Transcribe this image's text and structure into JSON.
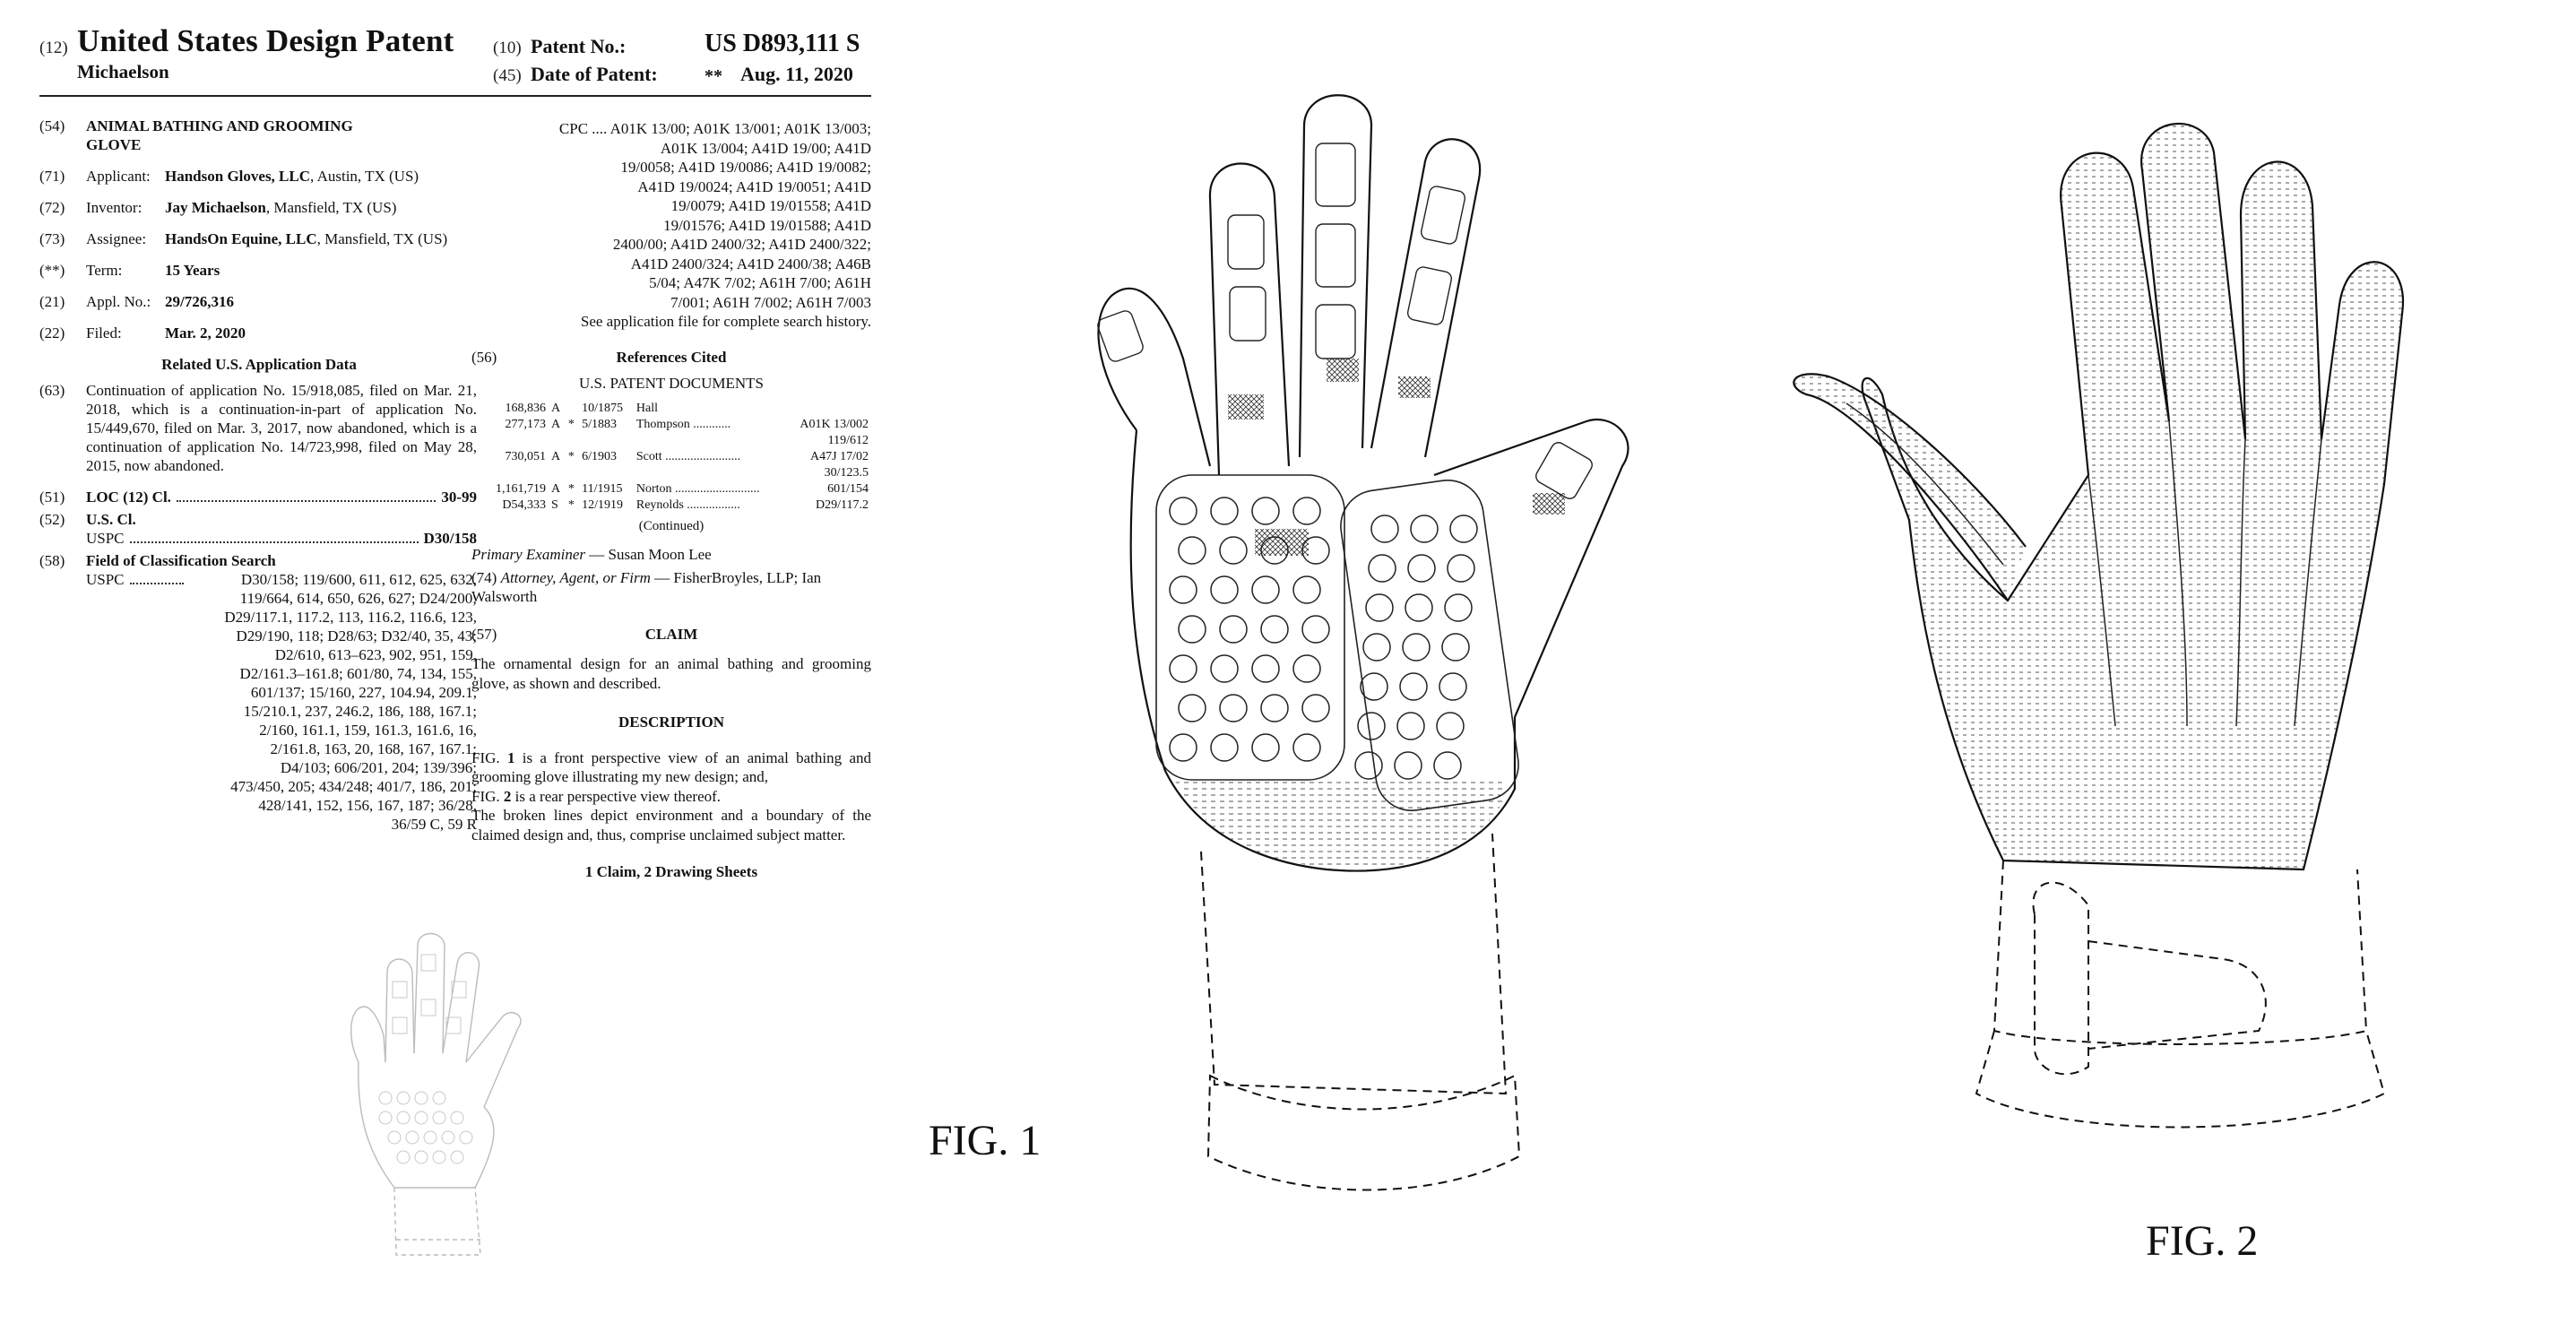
{
  "header": {
    "code12": "(12)",
    "title": "United States Design Patent",
    "inventor_short": "Michaelson",
    "code10": "(10)",
    "patent_no_label": "Patent No.:",
    "patent_no": "US D893,111 S",
    "code45": "(45)",
    "date_label": "Date of Patent:",
    "date_mark": "**",
    "date": "Aug. 11, 2020"
  },
  "left": {
    "f54": {
      "code": "(54)",
      "text": "ANIMAL BATHING AND GROOMING GLOVE"
    },
    "f71": {
      "code": "(71)",
      "label": "Applicant:",
      "name": "Handson Gloves, LLC",
      "rest": ", Austin, TX (US)"
    },
    "f72": {
      "code": "(72)",
      "label": "Inventor:",
      "name": "Jay Michaelson",
      "rest": ", Mansfield, TX (US)"
    },
    "f73": {
      "code": "(73)",
      "label": "Assignee:",
      "name": "HandsOn Equine, LLC",
      "rest": ", Mansfield, TX (US)"
    },
    "fterm": {
      "code": "(**)",
      "label": "Term:",
      "value": "15 Years"
    },
    "f21": {
      "code": "(21)",
      "label": "Appl. No.:",
      "value": "29/726,316"
    },
    "f22": {
      "code": "(22)",
      "label": "Filed:",
      "value": "Mar. 2, 2020"
    },
    "related_head": "Related U.S. Application Data",
    "f63": {
      "code": "(63)",
      "text": "Continuation of application No. 15/918,085, filed on Mar. 21, 2018, which is a continuation-in-part of application No. 15/449,670, filed on Mar. 3, 2017, now abandoned, which is a continuation of application No. 14/723,998, filed on May 28, 2015, now abandoned."
    },
    "f51": {
      "code": "(51)",
      "label": "LOC (12) Cl.",
      "value": "30-99"
    },
    "f52": {
      "code": "(52)",
      "label": "U.S. Cl.",
      "sub": "USPC",
      "value": "D30/158"
    },
    "f58": {
      "code": "(58)",
      "label": "Field of Classification Search",
      "sub": "USPC",
      "lead": "D30/158; 119/600, 611, 612, 625, 632,",
      "lines": [
        "119/664, 614, 650, 626, 627; D24/200;",
        "D29/117.1, 117.2, 113, 116.2, 116.6, 123,",
        "D29/190, 118; D28/63; D32/40, 35, 43;",
        "D2/610, 613–623, 902, 951, 159,",
        "D2/161.3–161.8; 601/80, 74, 134, 155,",
        "601/137; 15/160, 227, 104.94, 209.1,",
        "15/210.1, 237, 246.2, 186, 188, 167.1;",
        "2/160, 161.1, 159, 161.3, 161.6, 16,",
        "2/161.8, 163, 20, 168, 167, 167.1;",
        "D4/103; 606/201, 204; 139/396;",
        "473/450, 205; 434/248; 401/7, 186, 201;",
        "428/141, 152, 156, 167, 187; 36/28,",
        "36/59 C, 59 R"
      ]
    }
  },
  "right": {
    "cpc_label": "CPC",
    "cpc_lines": [
      "A01K 13/00; A01K 13/001; A01K 13/003;",
      "A01K 13/004; A41D 19/00; A41D",
      "19/0058; A41D 19/0086; A41D 19/0082;",
      "A41D 19/0024; A41D 19/0051; A41D",
      "19/0079; A41D 19/01558; A41D",
      "19/01576; A41D 19/01588; A41D",
      "2400/00; A41D 2400/32; A41D 2400/322;",
      "A41D 2400/324; A41D 2400/38; A46B",
      "5/04; A47K 7/02; A61H 7/00; A61H",
      "7/001; A61H 7/002; A61H 7/003"
    ],
    "see_file": "See application file for complete search history.",
    "refs_code": "(56)",
    "refs_title": "References Cited",
    "refs_sub": "U.S. PATENT DOCUMENTS",
    "refs": [
      {
        "num": "168,836",
        "kind": "A",
        "star": "",
        "date": "10/1875",
        "name": "Hall",
        "cls": "",
        "cls2": ""
      },
      {
        "num": "277,173",
        "kind": "A",
        "star": "*",
        "date": "5/1883",
        "name": "Thompson ............",
        "cls": "A01K 13/002",
        "cls2": "119/612"
      },
      {
        "num": "730,051",
        "kind": "A",
        "star": "*",
        "date": "6/1903",
        "name": "Scott ........................",
        "cls": "A47J 17/02",
        "cls2": "30/123.5"
      },
      {
        "num": "1,161,719",
        "kind": "A",
        "star": "*",
        "date": "11/1915",
        "name": "Norton ...........................",
        "cls": "601/154",
        "cls2": ""
      },
      {
        "num": "D54,333",
        "kind": "S",
        "star": "*",
        "date": "12/1919",
        "name": "Reynolds .................",
        "cls": "D29/117.2",
        "cls2": ""
      }
    ],
    "continued": "(Continued)",
    "examiner_label": "Primary Examiner",
    "examiner": " — Susan Moon Lee",
    "attorney_code": "(74)",
    "attorney_label": "Attorney, Agent, or Firm",
    "attorney": " — FisherBroyles, LLP; Ian Walsworth",
    "claim_code": "(57)",
    "claim_title": "CLAIM",
    "claim_text": "The ornamental design for an animal bathing and grooming glove, as shown and described.",
    "desc_title": "DESCRIPTION",
    "desc_p1_a": "FIG. ",
    "desc_p1_b": "1",
    "desc_p1_c": " is a front perspective view of an animal bathing and grooming glove illustrating my new design; and,",
    "desc_p2_a": "FIG. ",
    "desc_p2_b": "2",
    "desc_p2_c": " is a rear perspective view thereof.",
    "desc_p3": "The broken lines depict environment and a boundary of the claimed design and, thus, comprise unclaimed subject matter.",
    "claims_sheets": "1 Claim, 2 Drawing Sheets"
  },
  "figures": {
    "fig1_label": "FIG. 1",
    "fig2_label": "FIG. 2"
  }
}
